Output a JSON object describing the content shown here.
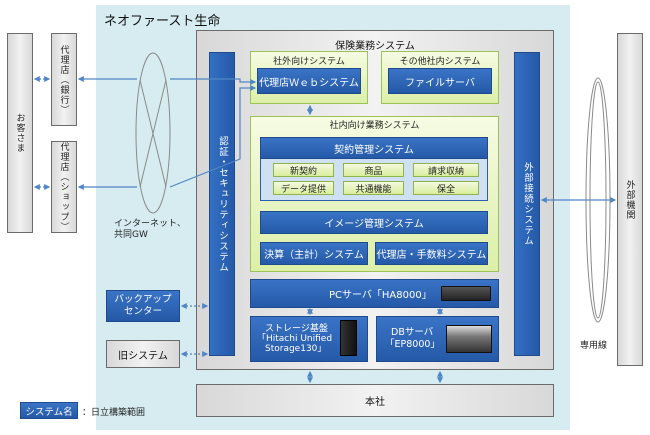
{
  "company": "ネオファースト生命",
  "customer": "お客さま",
  "agent_bank": "代理店（銀行）",
  "agent_shop": "代理店（ショップ）",
  "internet": {
    "line1": "インターネット、",
    "line2": "共同GW"
  },
  "backup": {
    "line1": "バックアップ",
    "line2": "センター"
  },
  "legacy": "旧システム",
  "insurance_system": "保険業務システム",
  "auth_security": "認証・セキュリティシステム",
  "external_connection": "外部接続システム",
  "external_facing": {
    "title": "社外向けシステム",
    "item": "代理店Ｗｅｂシステム"
  },
  "other_internal": {
    "title": "その他社内システム",
    "item": "ファイルサーバ"
  },
  "internal_business": "社内向け業務システム",
  "contract_mgmt": {
    "title": "契約管理システム",
    "items": [
      "新契約",
      "商品",
      "請求収納",
      "データ提供",
      "共通機能",
      "保全"
    ]
  },
  "image_mgmt": "イメージ管理システム",
  "settlement": "決算（主計）システム",
  "agent_fee": "代理店・手数料システム",
  "pc_server": "PCサーバ「HA8000」",
  "storage": {
    "line1": "ストレージ基盤",
    "line2": "「Hitachi Unified",
    "line3": "Storage130」"
  },
  "db_server": {
    "line1": "DBサーバ",
    "line2": "「EP8000」"
  },
  "headquarters": "本社",
  "external_org": "外部機関",
  "dedicated_line": "専用線",
  "legend": {
    "tag": "システム名",
    "text": "：日立構築範囲"
  },
  "colors": {
    "region_bg": "#d6ecf1",
    "system_blue": "#2d64b4",
    "green_panel": "#e6f3c2",
    "arrow": "#4f86c6"
  }
}
